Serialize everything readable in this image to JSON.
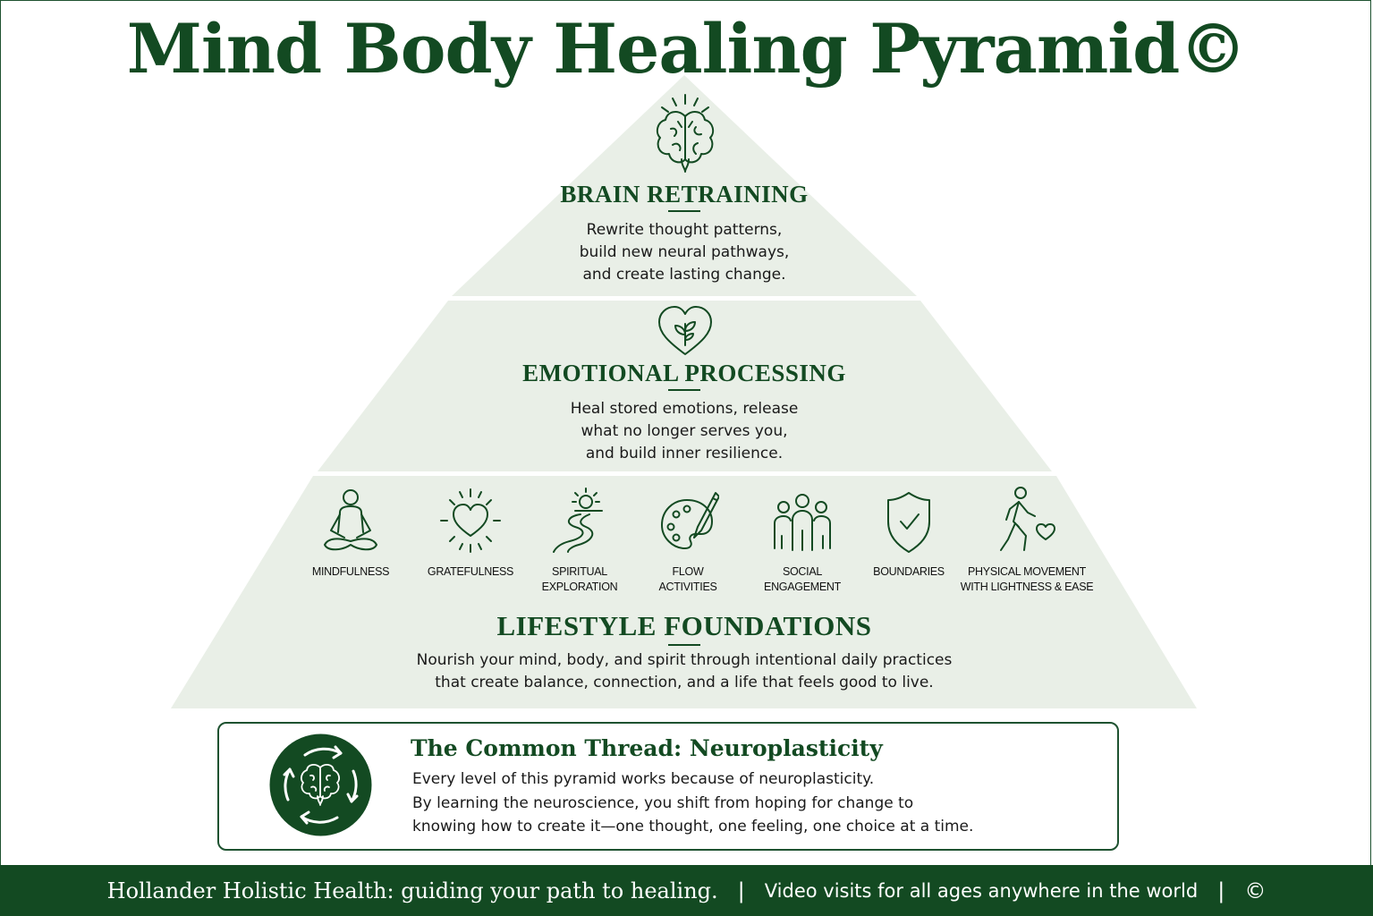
{
  "title": "Mind Body Healing Pyramid©",
  "tiers": {
    "top": {
      "icon": "brain-icon",
      "title": "BRAIN RETRAINING",
      "description": "Rewrite thought patterns,\nbuild new neural pathways,\nand create lasting change."
    },
    "middle": {
      "icon": "heart-sprout-icon",
      "title": "EMOTIONAL PROCESSING",
      "description": "Heal stored emotions, release\nwhat no longer serves you,\nand build inner resilience."
    },
    "bottom": {
      "title": "LIFESTYLE FOUNDATIONS",
      "description": "Nourish your mind, body, and spirit through intentional daily practices\nthat create balance, connection, and a life that feels good to live.",
      "practices": [
        {
          "icon": "meditation-icon",
          "label": "MINDFULNESS"
        },
        {
          "icon": "radiant-heart-icon",
          "label": "GRATEFULNESS"
        },
        {
          "icon": "sunrise-path-icon",
          "label": "SPIRITUAL\nEXPLORATION"
        },
        {
          "icon": "paint-palette-icon",
          "label": "FLOW\nACTIVITIES"
        },
        {
          "icon": "people-group-icon",
          "label": "SOCIAL\nENGAGEMENT"
        },
        {
          "icon": "shield-check-icon",
          "label": "BOUNDARIES"
        },
        {
          "icon": "walking-person-icon",
          "label": "PHYSICAL MOVEMENT\nWITH LIGHTNESS & EASE"
        }
      ]
    }
  },
  "common_thread": {
    "icon": "brain-cycle-icon",
    "title": "The Common Thread: Neuroplasticity",
    "lines": [
      "Every level of this pyramid works because of neuroplasticity.",
      "By learning the neuroscience, you shift from hoping for change to",
      "knowing how to create it—one thought, one feeling, one choice at a time."
    ]
  },
  "footer": {
    "tagline": "Hollander Holistic Health: guiding your path to healing.",
    "separator": "|",
    "service": "Video visits for all ages anywhere in the world",
    "copyright": "©"
  },
  "colors": {
    "brand_green": "#134a22",
    "pyramid_fill": "#e9efe7"
  }
}
